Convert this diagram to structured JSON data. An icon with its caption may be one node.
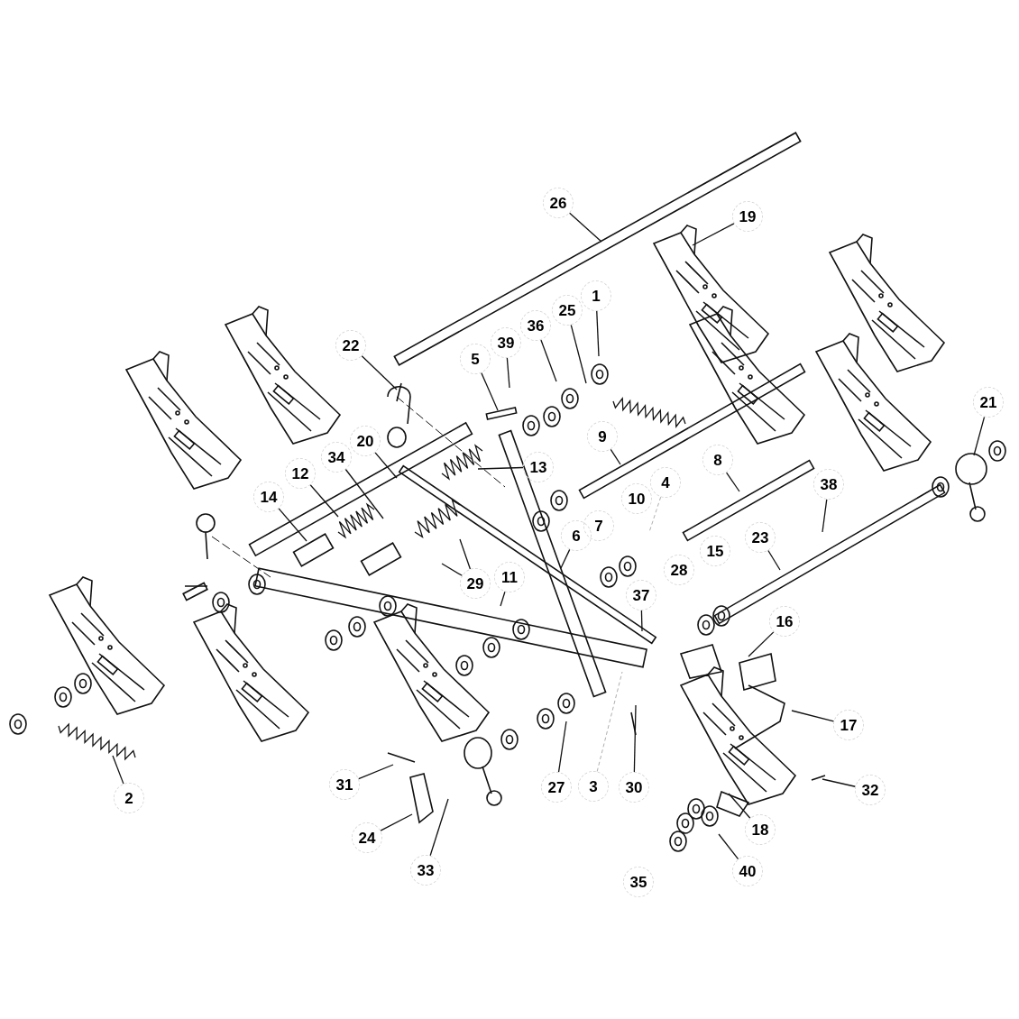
{
  "diagram": {
    "nodes": [
      {
        "text": [
          "26"
        ]
      },
      {
        "text": [
          "19"
        ]
      },
      {
        "text": [
          "1"
        ]
      },
      {
        "text": [
          "25"
        ]
      },
      {
        "text": [
          "36"
        ]
      },
      {
        "text": [
          "39"
        ]
      },
      {
        "text": [
          "22"
        ]
      },
      {
        "text": [
          "5"
        ]
      },
      {
        "text": [
          "21"
        ]
      },
      {
        "text": [
          "9"
        ]
      },
      {
        "text": [
          "20"
        ]
      },
      {
        "text": [
          "34"
        ]
      },
      {
        "text": [
          "8"
        ]
      },
      {
        "text": [
          "13"
        ]
      },
      {
        "text": [
          "12"
        ]
      },
      {
        "text": [
          "4"
        ]
      },
      {
        "text": [
          "38"
        ]
      },
      {
        "text": [
          "14"
        ]
      },
      {
        "text": [
          "10"
        ]
      },
      {
        "text": [
          "7"
        ]
      },
      {
        "text": [
          "6"
        ]
      },
      {
        "text": [
          "23"
        ]
      },
      {
        "text": [
          "15"
        ]
      },
      {
        "text": [
          "28"
        ]
      },
      {
        "text": [
          "11"
        ]
      },
      {
        "text": [
          "29"
        ]
      },
      {
        "text": [
          "37"
        ]
      },
      {
        "text": [
          "16"
        ]
      },
      {
        "text": [
          "17"
        ]
      },
      {
        "text": [
          "31"
        ]
      },
      {
        "text": [
          "27"
        ]
      },
      {
        "text": [
          "3"
        ]
      },
      {
        "text": [
          "30"
        ]
      },
      {
        "text": [
          "32"
        ]
      },
      {
        "text": [
          "2"
        ]
      },
      {
        "text": [
          "18"
        ]
      },
      {
        "text": [
          "24"
        ]
      },
      {
        "text": [
          "33"
        ]
      },
      {
        "text": [
          "40"
        ]
      },
      {
        "text": [
          "35"
        ]
      }
    ],
    "edges": [
      {
        "from": 0,
        "to": null,
        "arrow": "none"
      },
      {
        "from": 1,
        "to": null,
        "arrow": "none"
      },
      {
        "from": 2,
        "to": null,
        "arrow": "none"
      },
      {
        "from": 3,
        "to": null,
        "arrow": "none"
      },
      {
        "from": 4,
        "to": null,
        "arrow": "none"
      },
      {
        "from": 5,
        "to": null,
        "arrow": "none"
      },
      {
        "from": 6,
        "to": null,
        "arrow": "none"
      },
      {
        "from": 7,
        "to": null,
        "arrow": "none"
      },
      {
        "from": 8,
        "to": null,
        "arrow": "none"
      },
      {
        "from": 9,
        "to": null,
        "arrow": "none"
      },
      {
        "from": 10,
        "to": null,
        "arrow": "none"
      },
      {
        "from": 11,
        "to": null,
        "arrow": "none"
      },
      {
        "from": 12,
        "to": null,
        "arrow": "none"
      },
      {
        "from": 13,
        "to": null,
        "arrow": "none"
      },
      {
        "from": 14,
        "to": null,
        "arrow": "none"
      },
      {
        "from": 15,
        "to": null,
        "arrow": "none",
        "style": "dashed",
        "color": "#999999"
      },
      {
        "from": 16,
        "to": null,
        "arrow": "none"
      },
      {
        "from": 17,
        "to": null,
        "arrow": "none"
      },
      {
        "from": 20,
        "to": null,
        "arrow": "none"
      },
      {
        "from": 21,
        "to": null,
        "arrow": "none"
      },
      {
        "from": 24,
        "to": null,
        "arrow": "none"
      },
      {
        "from": 25,
        "to": null,
        "arrow": "none"
      },
      {
        "from": 25,
        "to": null,
        "arrow": "none"
      },
      {
        "from": 26,
        "to": null,
        "arrow": "none"
      },
      {
        "from": 27,
        "to": null,
        "arrow": "none"
      },
      {
        "from": 28,
        "to": null,
        "arrow": "none"
      },
      {
        "from": 29,
        "to": null,
        "arrow": "none"
      },
      {
        "from": 30,
        "to": null,
        "arrow": "none"
      },
      {
        "from": 31,
        "to": null,
        "arrow": "none",
        "style": "dashed",
        "color": "#999999"
      },
      {
        "from": 32,
        "to": null,
        "arrow": "none"
      },
      {
        "from": 33,
        "to": null,
        "arrow": "none"
      },
      {
        "from": 34,
        "to": null,
        "arrow": "none"
      },
      {
        "from": 35,
        "to": null,
        "arrow": "none"
      },
      {
        "from": 36,
        "to": null,
        "arrow": "none"
      },
      {
        "from": 37,
        "to": null,
        "arrow": "none"
      },
      {
        "from": 38,
        "to": null,
        "arrow": "none"
      }
    ]
  }
}
